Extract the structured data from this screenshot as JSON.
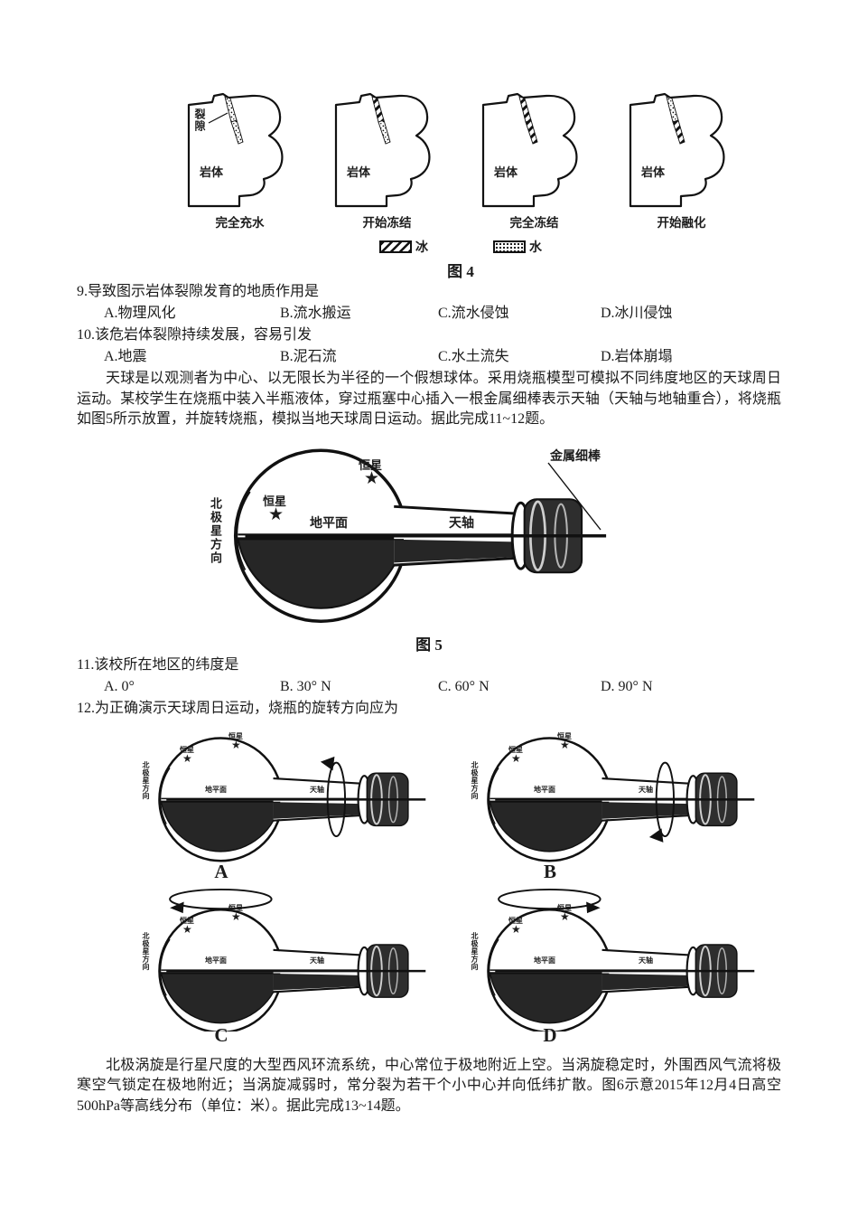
{
  "icons": {
    "star": "★"
  },
  "figure4": {
    "caption": "图 4",
    "crack_label": "裂隙",
    "rock_label": "岩体",
    "panel_labels": [
      "完全充水",
      "开始冻结",
      "完全冻结",
      "开始融化"
    ],
    "legend": {
      "ice": "冰",
      "water": "水"
    }
  },
  "q9": {
    "stem": "9.导致图示岩体裂隙发育的地质作用是",
    "options": [
      "A.物理风化",
      "B.流水搬运",
      "C.流水侵蚀",
      "D.冰川侵蚀"
    ]
  },
  "q10": {
    "stem": "10.该危岩体裂隙持续发展，容易引发",
    "options": [
      "A.地震",
      "B.泥石流",
      "C.水土流失",
      "D.岩体崩塌"
    ]
  },
  "passage11": {
    "text": "天球是以观测者为中心、以无限长为半径的一个假想球体。采用烧瓶模型可模拟不同纬度地区的天球周日运动。某校学生在烧瓶中装入半瓶液体，穿过瓶塞中心插入一根金属细棒表示天轴（天轴与地轴重合），将烧瓶如图5所示放置，并旋转烧瓶，模拟当地天球周日运动。据此完成11~12题。"
  },
  "figure5": {
    "caption": "图 5",
    "labels": {
      "polaris": "北极星方向",
      "star": "恒星",
      "horizon": "地平面",
      "axis": "天轴",
      "rod": "金属细棒"
    }
  },
  "q11": {
    "stem": "11.该校所在地区的纬度是",
    "options": [
      "A. 0°",
      "B. 30° N",
      "C. 60° N",
      "D. 90° N"
    ]
  },
  "q12": {
    "stem": "12.为正确演示天球周日运动，烧瓶的旋转方向应为",
    "choices": [
      "A",
      "B",
      "C",
      "D"
    ]
  },
  "passage13": {
    "text": "北极涡旋是行星尺度的大型西风环流系统，中心常位于极地附近上空。当涡旋稳定时，外围西风气流将极寒空气锁定在极地附近；当涡旋减弱时，常分裂为若干个小中心并向低纬扩散。图6示意2015年12月4日高空500hPa等高线分布（单位：米）。据此完成13~14题。"
  }
}
